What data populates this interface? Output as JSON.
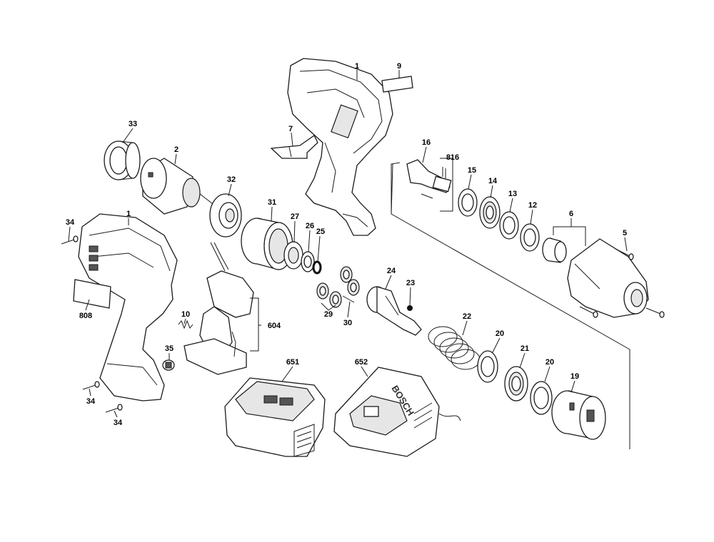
{
  "brand": "BOSCH",
  "callouts": [
    {
      "id": "c1a",
      "text": "1"
    },
    {
      "id": "c9",
      "text": "9"
    },
    {
      "id": "c7",
      "text": "7"
    },
    {
      "id": "c33",
      "text": "33"
    },
    {
      "id": "c2",
      "text": "2"
    },
    {
      "id": "c32",
      "text": "32"
    },
    {
      "id": "c31",
      "text": "31"
    },
    {
      "id": "c27",
      "text": "27"
    },
    {
      "id": "c26",
      "text": "26"
    },
    {
      "id": "c25",
      "text": "25"
    },
    {
      "id": "c16",
      "text": "16"
    },
    {
      "id": "c816",
      "text": "816"
    },
    {
      "id": "c15",
      "text": "15"
    },
    {
      "id": "c14",
      "text": "14"
    },
    {
      "id": "c13",
      "text": "13"
    },
    {
      "id": "c12",
      "text": "12"
    },
    {
      "id": "c6",
      "text": "6"
    },
    {
      "id": "c5",
      "text": "5"
    },
    {
      "id": "c34a",
      "text": "34"
    },
    {
      "id": "c1b",
      "text": "1"
    },
    {
      "id": "c808",
      "text": "808"
    },
    {
      "id": "c10",
      "text": "10"
    },
    {
      "id": "c604",
      "text": "604"
    },
    {
      "id": "c35",
      "text": "35"
    },
    {
      "id": "c34b",
      "text": "34"
    },
    {
      "id": "c34c",
      "text": "34"
    },
    {
      "id": "c24",
      "text": "24"
    },
    {
      "id": "c23",
      "text": "23"
    },
    {
      "id": "c29",
      "text": "29"
    },
    {
      "id": "c30",
      "text": "30"
    },
    {
      "id": "c22",
      "text": "22"
    },
    {
      "id": "c20a",
      "text": "20"
    },
    {
      "id": "c21",
      "text": "21"
    },
    {
      "id": "c20b",
      "text": "20"
    },
    {
      "id": "c19",
      "text": "19"
    },
    {
      "id": "c651",
      "text": "651"
    },
    {
      "id": "c652",
      "text": "652"
    }
  ]
}
